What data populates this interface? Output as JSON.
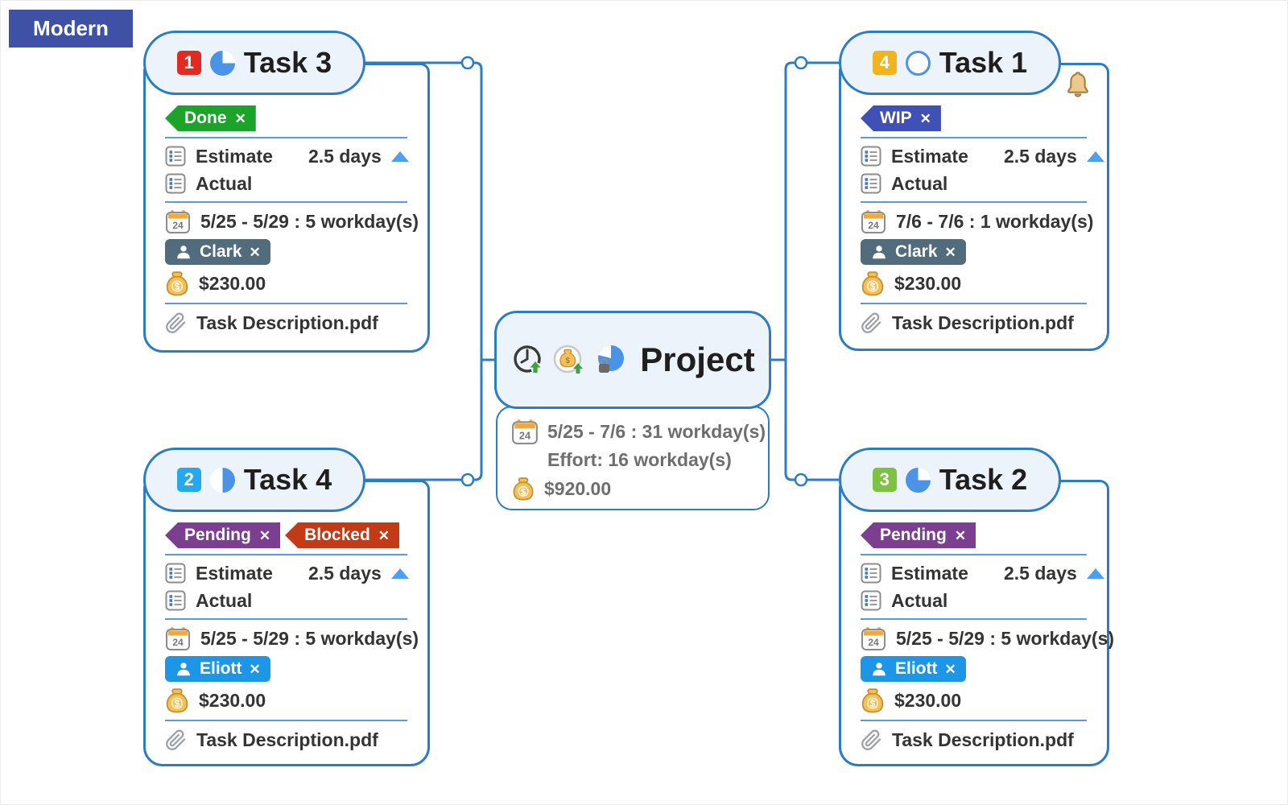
{
  "style_badge": {
    "label": "Modern"
  },
  "colors": {
    "badge_bg": "#3F51A5",
    "accent_blue": "#2B7CC2",
    "divider_blue": "#5B9BD5",
    "pie_blue": "#4B93E6",
    "node_fill": "#EDF3FB"
  },
  "shared": {
    "estimate_label": "Estimate",
    "estimate_value": "2.5 days",
    "actual_label": "Actual",
    "calendar_day": "24",
    "close_glyph": "✕"
  },
  "project": {
    "title": "Project",
    "schedule": "5/25 - 7/6 : 31 workday(s)",
    "effort": "Effort: 16 workday(s)",
    "cost": "$920.00"
  },
  "tasks": [
    {
      "title": "Task 3",
      "priority": "1",
      "priority_color": "#E02B20",
      "progress": 75,
      "tags": [
        {
          "label": "Done",
          "color": "#1BA32A"
        }
      ],
      "schedule": "5/25 - 5/29 : 5 workday(s)",
      "assignee": {
        "name": "Clark",
        "color": "#516C7D"
      },
      "cost": "$230.00",
      "attachment": "Task Description.pdf",
      "has_alert": false
    },
    {
      "title": "Task 1",
      "priority": "4",
      "priority_color": "#F0B41E",
      "progress": 0,
      "tags": [
        {
          "label": "WIP",
          "color": "#3F51B5"
        }
      ],
      "schedule": "7/6 - 7/6 : 1 workday(s)",
      "assignee": {
        "name": "Clark",
        "color": "#516C7D"
      },
      "cost": "$230.00",
      "attachment": "Task Description.pdf",
      "has_alert": true
    },
    {
      "title": "Task 4",
      "priority": "2",
      "priority_color": "#27A7EC",
      "progress": 50,
      "tags": [
        {
          "label": "Pending",
          "color": "#7B3E91"
        },
        {
          "label": "Blocked",
          "color": "#C33A16"
        }
      ],
      "schedule": "5/25 - 5/29 : 5 workday(s)",
      "assignee": {
        "name": "Eliott",
        "color": "#1E96E8"
      },
      "cost": "$230.00",
      "attachment": "Task Description.pdf",
      "has_alert": false
    },
    {
      "title": "Task 2",
      "priority": "3",
      "priority_color": "#7DC242",
      "progress": 75,
      "tags": [
        {
          "label": "Pending",
          "color": "#7B3E91"
        }
      ],
      "schedule": "5/25 - 5/29 : 5 workday(s)",
      "assignee": {
        "name": "Eliott",
        "color": "#1E96E8"
      },
      "cost": "$230.00",
      "attachment": "Task Description.pdf",
      "has_alert": false
    }
  ]
}
